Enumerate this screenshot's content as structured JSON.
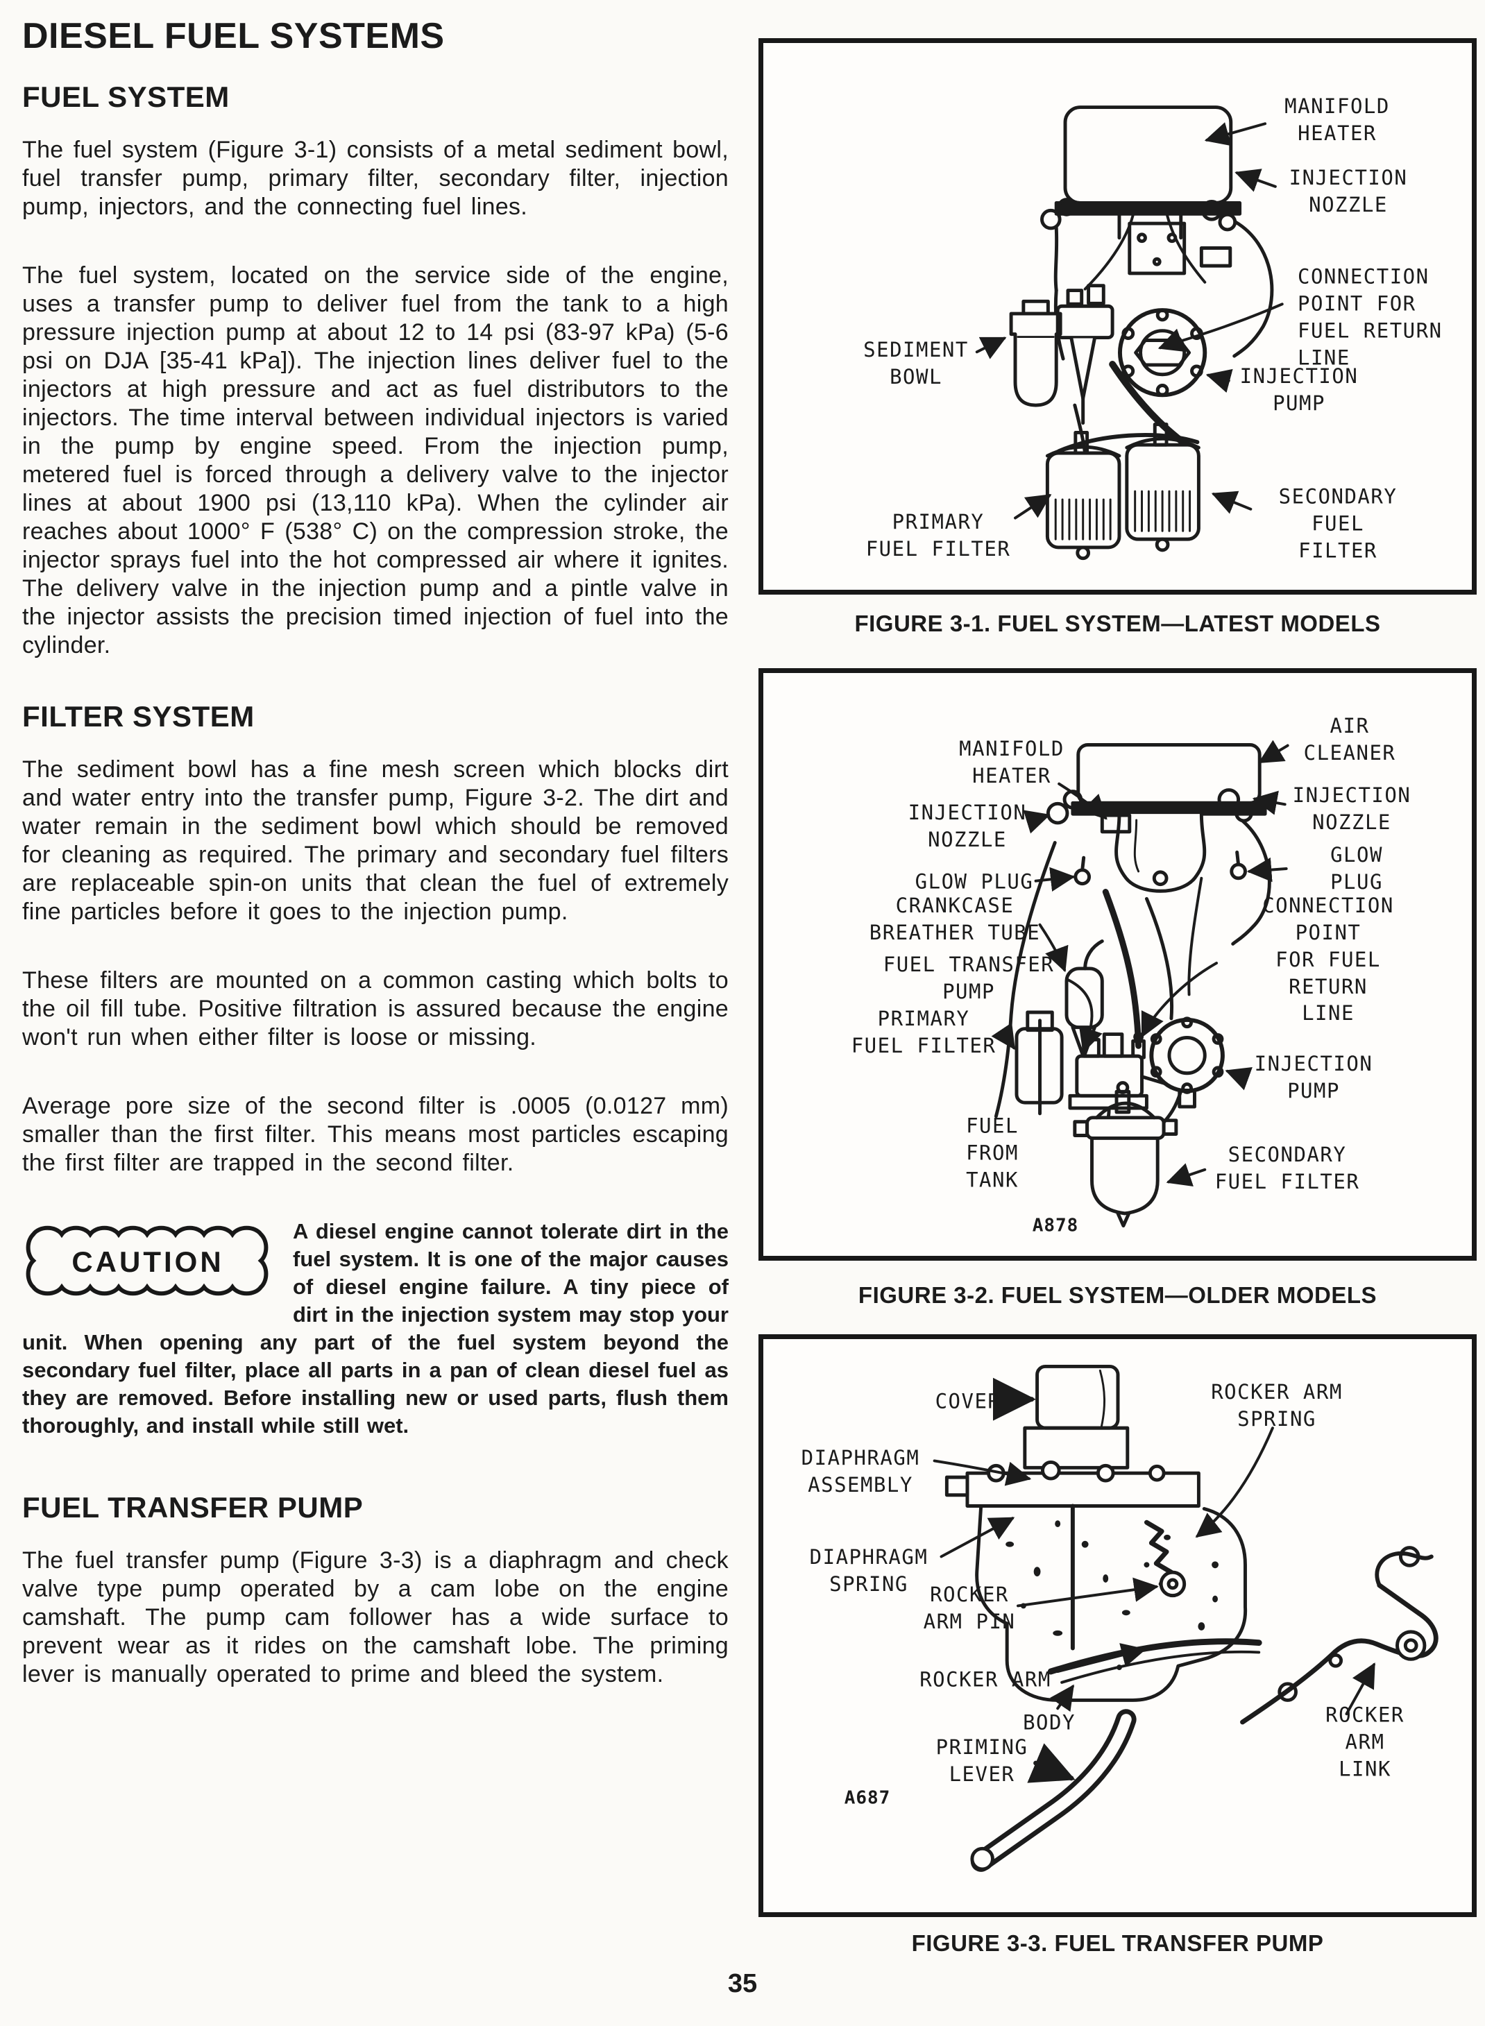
{
  "page": {
    "number": "35"
  },
  "title": "DIESEL FUEL SYSTEMS",
  "sections": [
    {
      "heading": "FUEL SYSTEM",
      "paragraphs": [
        "The fuel system (Figure 3-1) consists of a metal sediment bowl, fuel transfer pump, primary filter, secondary filter, injection pump, injectors, and the connecting fuel lines.",
        "The fuel system, located on the service side of the engine, uses a transfer pump to deliver fuel from the tank to a high pressure injection pump at about 12 to 14 psi (83-97 kPa) (5-6 psi on DJA [35-41 kPa]). The injection lines deliver fuel to the injectors at high pressure and act as fuel distributors to the injectors. The time interval between individual injectors is varied in the pump by engine speed. From the injection pump, metered fuel is forced through a delivery valve to the injector lines at about 1900 psi (13,110 kPa). When the cylinder air reaches about 1000° F (538° C) on the compression stroke, the injector sprays fuel into the hot compressed air where it ignites. The delivery valve in the injection pump and a pintle valve in the injector assists the precision timed injection of fuel into the cylinder."
      ]
    },
    {
      "heading": "FILTER SYSTEM",
      "paragraphs": [
        "The sediment bowl has a fine mesh screen which blocks dirt and water entry into the transfer pump, Figure 3-2. The dirt and water remain in the sediment bowl which should be removed for cleaning as required. The primary and secondary fuel filters are replaceable spin-on units that clean the fuel of extremely fine particles before it goes to the injection pump.",
        "These filters are mounted on a common casting which bolts to the oil fill tube. Positive filtration is assured because the engine won't run when either filter is loose or missing.",
        "Average pore size of the second filter is .0005 (0.0127 mm) smaller than the first filter. This means most particles escaping the first filter are trapped in the second filter."
      ]
    },
    {
      "heading": "FUEL TRANSFER PUMP",
      "paragraphs": [
        "The fuel transfer pump (Figure 3-3) is a diaphragm and check valve type pump operated by a cam lobe on the engine camshaft. The pump cam follower has a wide surface to prevent wear as it rides on the camshaft lobe. The priming lever is manually operated to prime and bleed the system."
      ]
    }
  ],
  "caution": {
    "badge": "CAUTION",
    "text": "A diesel engine cannot tolerate dirt in the fuel system. It is one of the major causes of diesel engine failure. A tiny piece of dirt in the injection system may stop your unit. When opening any part of the fuel system beyond the secondary fuel filter, place all parts in a pan of clean diesel fuel as they are removed. Before installing new or used parts, flush them thoroughly, and install while still wet."
  },
  "figures": [
    {
      "caption": "FIGURE 3-1. FUEL SYSTEM—LATEST MODELS",
      "labels": [
        {
          "text": "MANIFOLD\nHEATER"
        },
        {
          "text": "INJECTION\nNOZZLE"
        },
        {
          "text": "CONNECTION\nPOINT FOR\nFUEL RETURN\nLINE"
        },
        {
          "text": "SEDIMENT\nBOWL"
        },
        {
          "text": "INJECTION\nPUMP"
        },
        {
          "text": "PRIMARY\nFUEL FILTER"
        },
        {
          "text": "SECONDARY\nFUEL FILTER"
        }
      ]
    },
    {
      "caption": "FIGURE 3-2. FUEL SYSTEM—OLDER MODELS",
      "labels": [
        {
          "text": "MANIFOLD\nHEATER"
        },
        {
          "text": "AIR\nCLEANER"
        },
        {
          "text": "INJECTION\nNOZZLE"
        },
        {
          "text": "INJECTION\nNOZZLE"
        },
        {
          "text": "GLOW PLUG"
        },
        {
          "text": "GLOW PLUG"
        },
        {
          "text": "CRANKCASE\nBREATHER TUBE"
        },
        {
          "text": "CONNECTION POINT\nFOR FUEL RETURN\nLINE"
        },
        {
          "text": "FUEL TRANSFER\nPUMP"
        },
        {
          "text": "PRIMARY\nFUEL FILTER"
        },
        {
          "text": "INJECTION\nPUMP"
        },
        {
          "text": "FUEL\nFROM\nTANK"
        },
        {
          "text": "SECONDARY\nFUEL FILTER"
        },
        {
          "text": "A878"
        }
      ]
    },
    {
      "caption": "FIGURE 3-3. FUEL TRANSFER PUMP",
      "labels": [
        {
          "text": "COVER"
        },
        {
          "text": "ROCKER ARM\nSPRING"
        },
        {
          "text": "DIAPHRAGM\nASSEMBLY"
        },
        {
          "text": "DIAPHRAGM\nSPRING"
        },
        {
          "text": "ROCKER\nARM PIN"
        },
        {
          "text": "ROCKER ARM"
        },
        {
          "text": "BODY"
        },
        {
          "text": "PRIMING\nLEVER"
        },
        {
          "text": "A687"
        },
        {
          "text": "ROCKER ARM\nLINK"
        }
      ]
    }
  ]
}
